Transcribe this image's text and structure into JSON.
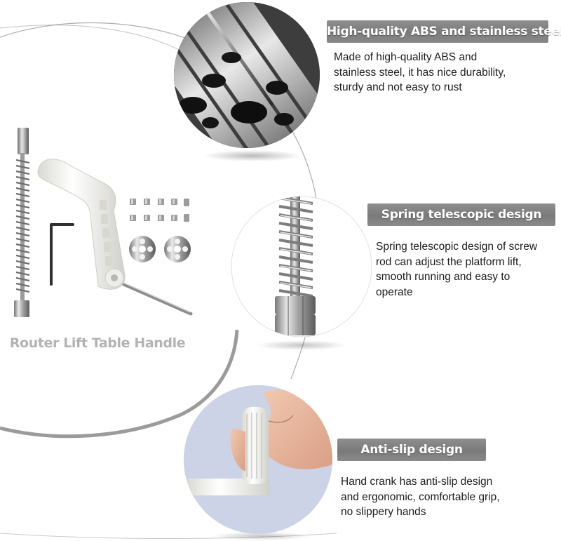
{
  "product": {
    "title": "Router Lift Table Handle",
    "parts": [
      "threaded-rod-with-spring",
      "crank-handle",
      "hex-key",
      "screws",
      "mounting-washers"
    ]
  },
  "features": [
    {
      "heading": "High-quality ABS and stainless steel",
      "lines": [
        "Made of high-quality ABS and",
        "stainless steel, it has nice durability,",
        "sturdy and not easy to rust"
      ],
      "image": "stainless-steel-tubes"
    },
    {
      "heading": "Spring telescopic design",
      "lines": [
        "Spring telescopic design of screw",
        "rod can adjust the platform lift,",
        "smooth running and easy to",
        "operate"
      ],
      "image": "spring-and-hex-nut"
    },
    {
      "heading": "Anti-slip design",
      "lines": [
        "Hand crank has anti-slip design",
        "and ergonomic, comfortable grip,",
        "no slippery hands"
      ],
      "image": "hand-gripping-crank"
    }
  ],
  "colors": {
    "badge": "#858585",
    "title": "#b3b3b3",
    "text": "#1c1c1c",
    "ring": "#8a8a8a"
  }
}
